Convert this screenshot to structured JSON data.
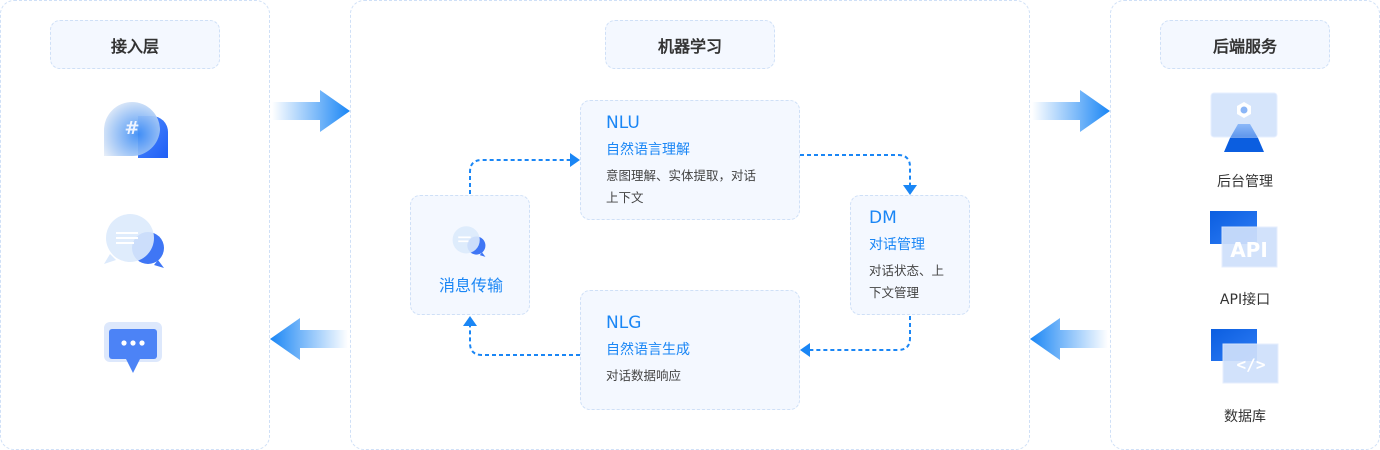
{
  "access_layer": {
    "title": "接入层",
    "icons": [
      "hashtag-chat-icon",
      "chat-bubbles-icon",
      "message-dots-icon"
    ]
  },
  "machine_learning": {
    "title": "机器学习",
    "message": {
      "label": "消息传输",
      "icon": "chat-bubbles-icon"
    },
    "nlu": {
      "abbr": "NLU",
      "full": "自然语言理解",
      "desc_line1": "意图理解、实体提取，对话",
      "desc_line2": "上下文"
    },
    "dm": {
      "abbr": "DM",
      "full": "对话管理",
      "desc_line1": "对话状态、上",
      "desc_line2": "下文管理"
    },
    "nlg": {
      "abbr": "NLG",
      "full": "自然语言生成",
      "desc_line1": "对话数据响应"
    }
  },
  "backend": {
    "title": "后端服务",
    "items": [
      {
        "label": "后台管理",
        "icon": "admin-monitor-icon"
      },
      {
        "label": "API接口",
        "icon": "api-icon"
      },
      {
        "label": "数据库",
        "icon": "code-database-icon"
      }
    ]
  },
  "colors": {
    "accent": "#1a86f5",
    "border": "#cfe0f7",
    "card_bg": "#f4f8ff",
    "icon_dark": "#0b5ee0"
  }
}
